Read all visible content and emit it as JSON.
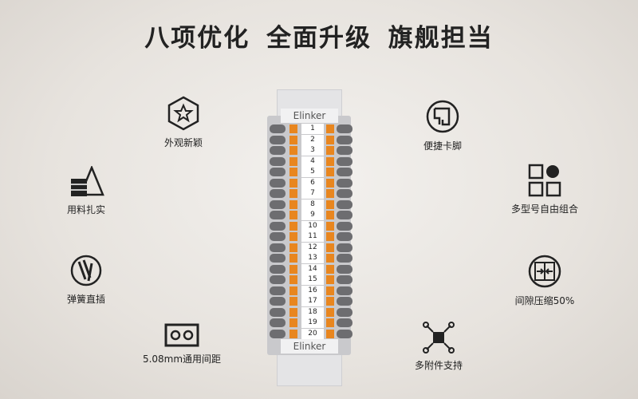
{
  "title": "八项优化 全面升级 旗舰担当",
  "product": {
    "brand_label": "Elinker",
    "positions": [
      "1",
      "2",
      "3",
      "4",
      "5",
      "6",
      "7",
      "8",
      "9",
      "10",
      "11",
      "12",
      "13",
      "14",
      "15",
      "16",
      "17",
      "18",
      "19",
      "20"
    ],
    "accent_color": "#e8861f"
  },
  "features": [
    {
      "label": "外观新颖",
      "icon": "star-hexagon-icon"
    },
    {
      "label": "用料扎实",
      "icon": "material-stack-icon"
    },
    {
      "label": "弹簧直插",
      "icon": "spring-insert-icon"
    },
    {
      "label": "5.08mm通用间距",
      "icon": "pitch-spacing-icon"
    },
    {
      "label": "便捷卡脚",
      "icon": "clip-foot-icon"
    },
    {
      "label": "多型号自由组合",
      "icon": "combination-icon"
    },
    {
      "label": "间隙压缩50%",
      "icon": "compress-icon"
    },
    {
      "label": "多附件支持",
      "icon": "accessories-icon"
    }
  ]
}
